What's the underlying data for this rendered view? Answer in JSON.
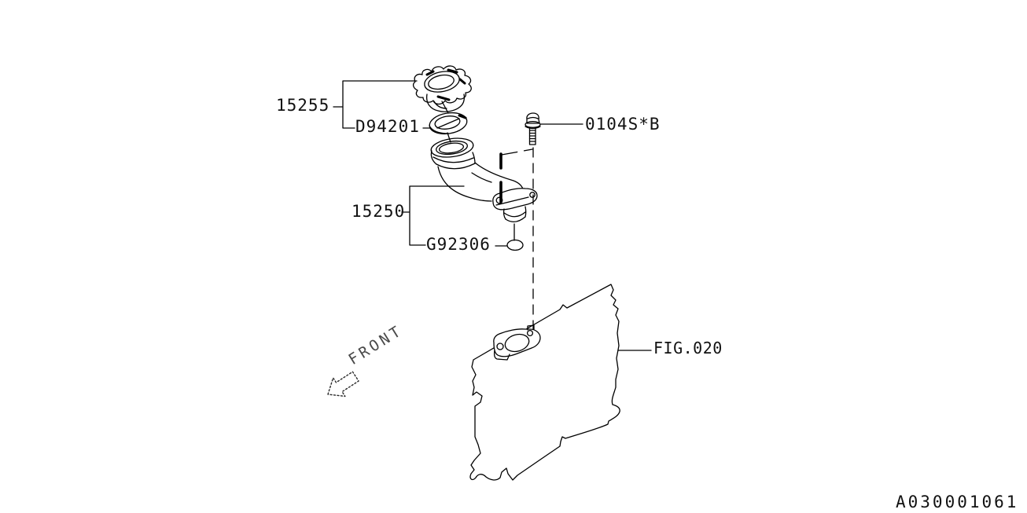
{
  "diagram": {
    "title_hint": "Oil filler duct exploded parts diagram",
    "drawing_number": "A030001061",
    "figure_reference": "FIG.020",
    "orientation_label": "FRONT"
  },
  "part_labels": {
    "oil_filler_cap": "15255",
    "cap_gasket": "D94201",
    "oil_filler_duct": "15250",
    "duct_o_ring": "G92306",
    "flange_bolt": "0104S*B"
  },
  "colors": {
    "line": "#000000",
    "background": "#ffffff",
    "phantom_line": "#222222"
  }
}
